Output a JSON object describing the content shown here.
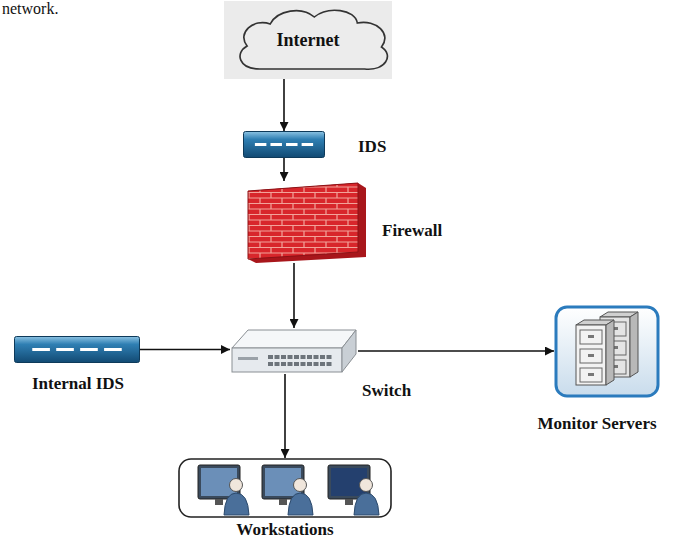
{
  "diagram": {
    "nodes": [
      {
        "text": [
          "Internet"
        ]
      },
      {
        "text": [
          "IDS"
        ]
      },
      {
        "text": [
          "Firewall"
        ]
      },
      {
        "text": [
          "Internal IDS"
        ]
      },
      {
        "text": [
          "Switch"
        ]
      },
      {
        "text": [
          "Monitor Servers"
        ]
      },
      {
        "text": [
          "Workstations"
        ]
      }
    ],
    "edges": [
      {
        "from": 0,
        "to": 1,
        "arrow": "to"
      },
      {
        "from": 1,
        "to": 2,
        "arrow": "to"
      },
      {
        "from": 2,
        "to": 4,
        "arrow": "to"
      },
      {
        "from": 3,
        "to": 4,
        "arrow": "to"
      },
      {
        "from": 4,
        "to": 5,
        "arrow": "to"
      },
      {
        "from": 4,
        "to": 6,
        "arrow": "to"
      }
    ],
    "labels": [
      "network."
    ]
  }
}
